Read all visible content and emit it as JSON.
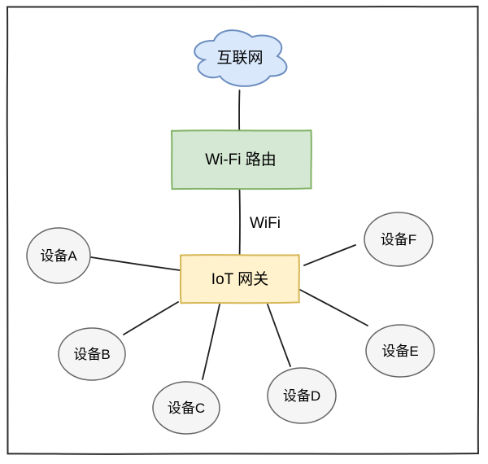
{
  "diagram": {
    "internet": {
      "label": "互联网",
      "fill": "#DAE8FC",
      "stroke": "#6C8EBF"
    },
    "router": {
      "label": "Wi-Fi 路由",
      "fill": "#D5E8D4",
      "stroke": "#82B366"
    },
    "gateway": {
      "label": "IoT 网关",
      "fill": "#FFF2CC",
      "stroke": "#D6B656"
    },
    "link_label": "WiFi",
    "devices": [
      {
        "label": "设备A"
      },
      {
        "label": "设备B"
      },
      {
        "label": "设备C"
      },
      {
        "label": "设备D"
      },
      {
        "label": "设备E"
      },
      {
        "label": "设备F"
      }
    ],
    "device_fill": "#F5F5F5",
    "device_stroke": "#666666",
    "edge_color": "#1f1f1f",
    "border_color": "#2d2d2d",
    "text_color": "#000000"
  }
}
